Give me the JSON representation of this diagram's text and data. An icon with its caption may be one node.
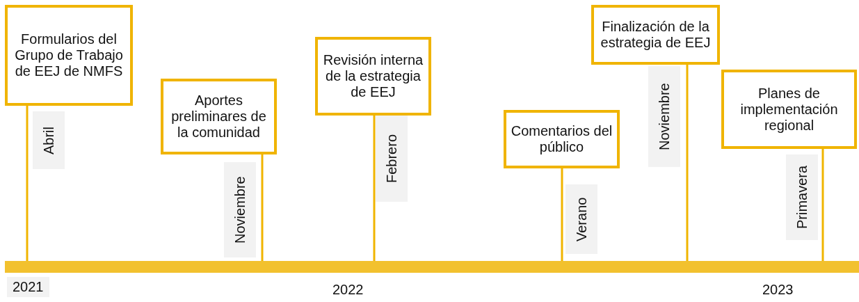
{
  "diagram": {
    "nodes": [
      {
        "text": [
          "Formularios del Grupo de Trabajo de EEJ de NMFS"
        ],
        "beside": [
          "Abril"
        ]
      },
      {
        "text": [
          "Aportes preliminares de la comunidad"
        ],
        "beside": [
          "Noviembre"
        ]
      },
      {
        "text": [
          "Revisión interna de la estrategia de EEJ"
        ],
        "beside": [
          "Febrero"
        ]
      },
      {
        "text": [
          "Comentarios del público"
        ],
        "beside": [
          "Verano"
        ]
      },
      {
        "text": [
          "Finalización de la estrategia de EEJ"
        ],
        "beside": [
          "Noviembre"
        ]
      },
      {
        "text": [
          "Planes de implementación regional"
        ],
        "beside": [
          "Primavera"
        ]
      },
      {
        "text": [],
        "shape": "bar"
      }
    ],
    "edges": [
      {
        "from": 0,
        "to": 6,
        "arrow": "none"
      },
      {
        "from": 1,
        "to": 6,
        "arrow": "none"
      },
      {
        "from": 2,
        "to": 6,
        "arrow": "none"
      },
      {
        "from": 3,
        "to": 6,
        "arrow": "none"
      },
      {
        "from": 4,
        "to": 6,
        "arrow": "none"
      },
      {
        "from": 5,
        "to": 6,
        "arrow": "none"
      }
    ],
    "labels": [
      "2021",
      "2022",
      "2023"
    ]
  }
}
